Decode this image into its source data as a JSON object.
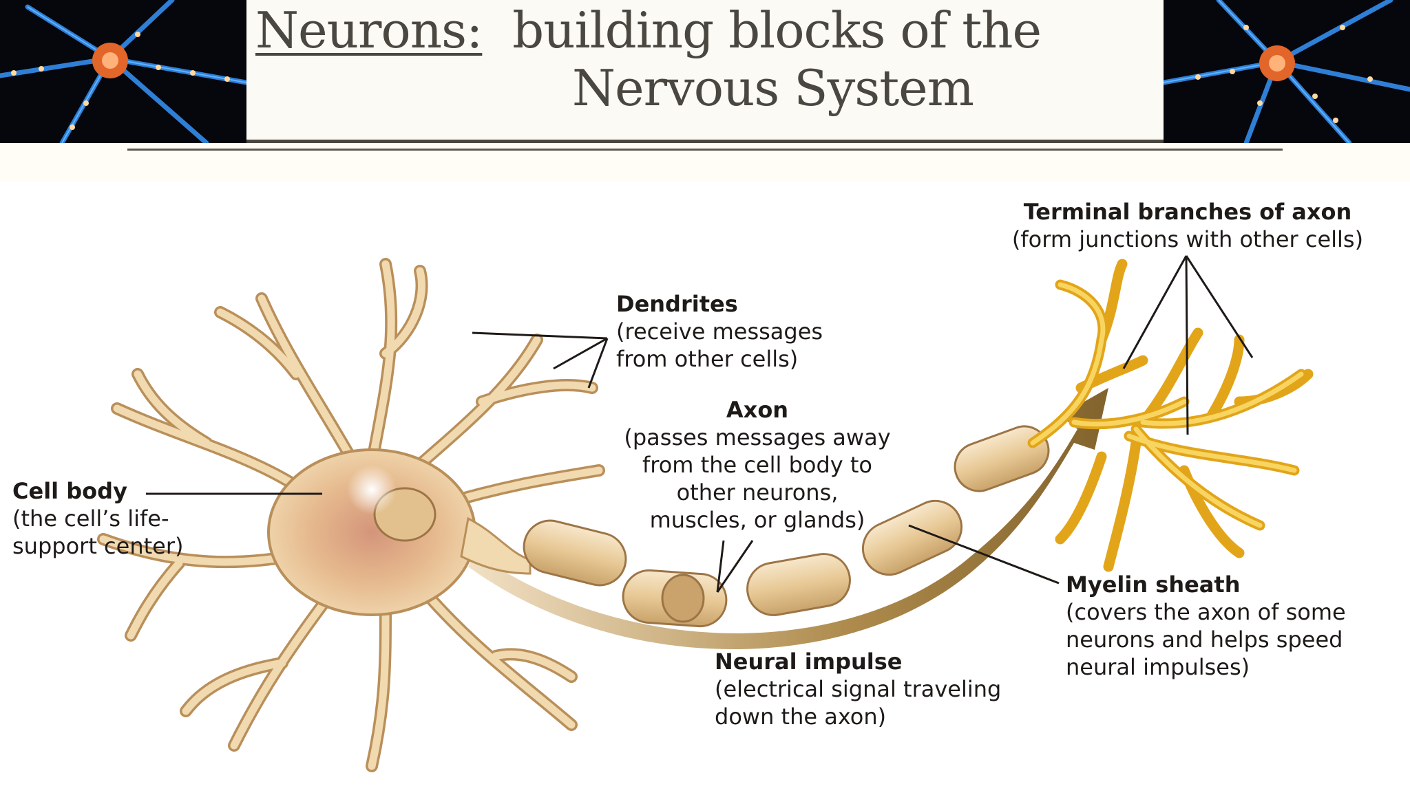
{
  "title": {
    "word": "Neurons:",
    "rest": "building blocks of the",
    "line2": "Nervous System"
  },
  "labels": {
    "cell_body": {
      "heading": "Cell body",
      "line1": "(the cell’s life-",
      "line2": "support center)"
    },
    "dendrites": {
      "heading": "Dendrites",
      "line1": "(receive messages",
      "line2": "from other cells)"
    },
    "axon": {
      "heading": "Axon",
      "line1": "(passes messages away",
      "line2": "from the cell body to",
      "line3": "other neurons,",
      "line4": "muscles, or glands)"
    },
    "terminal": {
      "heading": "Terminal branches of axon",
      "line1": "(form junctions with other cells)"
    },
    "myelin": {
      "heading": "Myelin sheath",
      "line1": "(covers the axon of some",
      "line2": "neurons and helps speed",
      "line3": "neural impulses)"
    },
    "impulse": {
      "heading": "Neural impulse",
      "line1": "(electrical signal traveling",
      "line2": "down the axon)"
    }
  },
  "colors": {
    "title_text": "#4a4640",
    "neuron_fill": "#f1d9b0",
    "neuron_stroke": "#b98f5a",
    "terminal_fill": "#f6c23a",
    "impulse_arrow": "#8c6a2e",
    "leader_lines": "#1e1a18"
  }
}
